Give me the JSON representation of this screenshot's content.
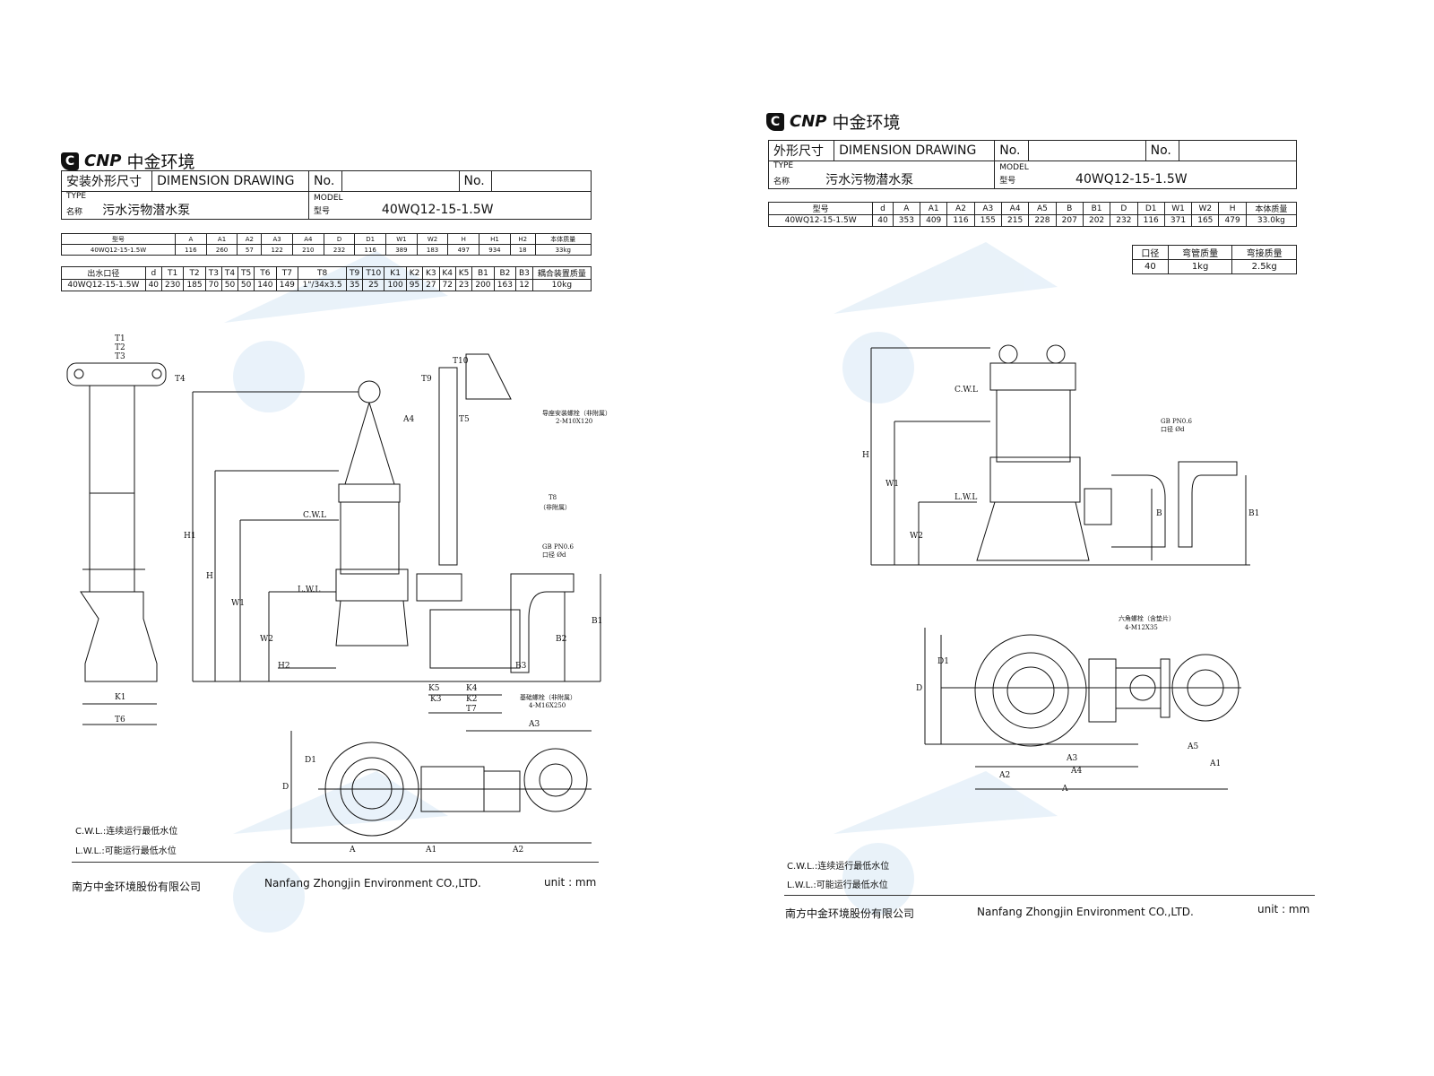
{
  "left": {
    "logo": {
      "brand": "CNP",
      "name": "中金环境"
    },
    "header": {
      "title_cn": "安装外形尺寸",
      "title_en": "DIMENSION DRAWING",
      "no_label": "No.",
      "no_label2": "No.",
      "type_label": "TYPE",
      "type_cn": "名称",
      "type_value": "污水污物潜水泵",
      "model_label": "MODEL",
      "model_cn": "型号",
      "model_value": "40WQ12-15-1.5W"
    },
    "table1": {
      "headers": [
        "型号",
        "A",
        "A1",
        "A2",
        "A3",
        "A4",
        "D",
        "D1",
        "W1",
        "W2",
        "H",
        "H1",
        "H2",
        "本体质量"
      ],
      "row": [
        "40WQ12-15-1.5W",
        "116",
        "260",
        "57",
        "122",
        "210",
        "232",
        "116",
        "389",
        "183",
        "497",
        "934",
        "18",
        "33kg"
      ]
    },
    "table2": {
      "headers": [
        "出水口径",
        "d",
        "T1",
        "T2",
        "T3",
        "T4",
        "T5",
        "T6",
        "T7",
        "T8",
        "T9",
        "T10",
        "K1",
        "K2",
        "K3",
        "K4",
        "K5",
        "B1",
        "B2",
        "B3",
        "耦合装置质量"
      ],
      "row": [
        "40WQ12-15-1.5W",
        "40",
        "230",
        "185",
        "70",
        "50",
        "50",
        "140",
        "149",
        "1\"/34x3.5",
        "35",
        "25",
        "100",
        "95",
        "27",
        "72",
        "23",
        "200",
        "163",
        "12",
        "10kg"
      ]
    },
    "labels": {
      "t1": "T1",
      "t2": "T2",
      "t3": "T3",
      "t4": "T4",
      "t5": "T5",
      "t6": "T6",
      "t7": "T7",
      "t9": "T9",
      "t10": "T10",
      "k1": "K1",
      "k2": "K2",
      "k3": "K3",
      "k4": "K4",
      "k5": "K5",
      "b1": "B1",
      "b2": "B2",
      "b3": "B3",
      "h": "H",
      "h1": "H1",
      "h2": "H2",
      "w1": "W1",
      "w2": "W2",
      "a": "A",
      "a1": "A1",
      "a2": "A2",
      "a3": "A3",
      "a4": "A4",
      "d": "D",
      "d1": "D1",
      "cwl": "C.W.L",
      "lwl": "L.W.L",
      "guide_bolt": "导座安装螺栓（非附属）",
      "guide_bolt_spec": "2-M10X120",
      "t8": "T8",
      "t8_note": "（非附属）",
      "gb": "GB PN0.6",
      "gb_bore": "口径 Ød",
      "base_bolt": "基础螺栓（非附属）",
      "base_bolt_spec": "4-M16X250"
    },
    "notes": {
      "cwl": "C.W.L.:连续运行最低水位",
      "lwl": "L.W.L.:可能运行最低水位"
    },
    "footer": {
      "company_cn": "南方中金环境股份有限公司",
      "company_en": "Nanfang Zhongjin Environment CO.,LTD.",
      "unit": "unit : mm"
    }
  },
  "right": {
    "logo": {
      "brand": "CNP",
      "name": "中金环境"
    },
    "header": {
      "title_cn": "外形尺寸",
      "title_en": "DIMENSION DRAWING",
      "no_label": "No.",
      "no_label2": "No.",
      "type_label": "TYPE",
      "type_cn": "名称",
      "type_value": "污水污物潜水泵",
      "model_label": "MODEL",
      "model_cn": "型号",
      "model_value": "40WQ12-15-1.5W"
    },
    "table1": {
      "headers": [
        "型号",
        "d",
        "A",
        "A1",
        "A2",
        "A3",
        "A4",
        "A5",
        "B",
        "B1",
        "D",
        "D1",
        "W1",
        "W2",
        "H",
        "本体质量"
      ],
      "row": [
        "40WQ12-15-1.5W",
        "40",
        "353",
        "409",
        "116",
        "155",
        "215",
        "228",
        "207",
        "202",
        "232",
        "116",
        "371",
        "165",
        "479",
        "33.0kg"
      ]
    },
    "table2": {
      "headers": [
        "口径",
        "弯管质量",
        "弯接质量"
      ],
      "row": [
        "40",
        "1kg",
        "2.5kg"
      ]
    },
    "labels": {
      "cwl": "C.W.L",
      "lwl": "L.W.L",
      "h": "H",
      "w1": "W1",
      "w2": "W2",
      "b": "B",
      "b1": "B1",
      "gb": "GB PN0.6",
      "gb_bore": "口径 Ød",
      "bolt": "六角螺栓（含垫片）",
      "bolt_spec": "4-M12X35",
      "d": "D",
      "d1": "D1",
      "a": "A",
      "a1": "A1",
      "a2": "A2",
      "a3": "A3",
      "a4": "A4",
      "a5": "A5"
    },
    "notes": {
      "cwl": "C.W.L.:连续运行最低水位",
      "lwl": "L.W.L.:可能运行最低水位"
    },
    "footer": {
      "company_cn": "南方中金环境股份有限公司",
      "company_en": "Nanfang Zhongjin Environment CO.,LTD.",
      "unit": "unit : mm"
    }
  }
}
